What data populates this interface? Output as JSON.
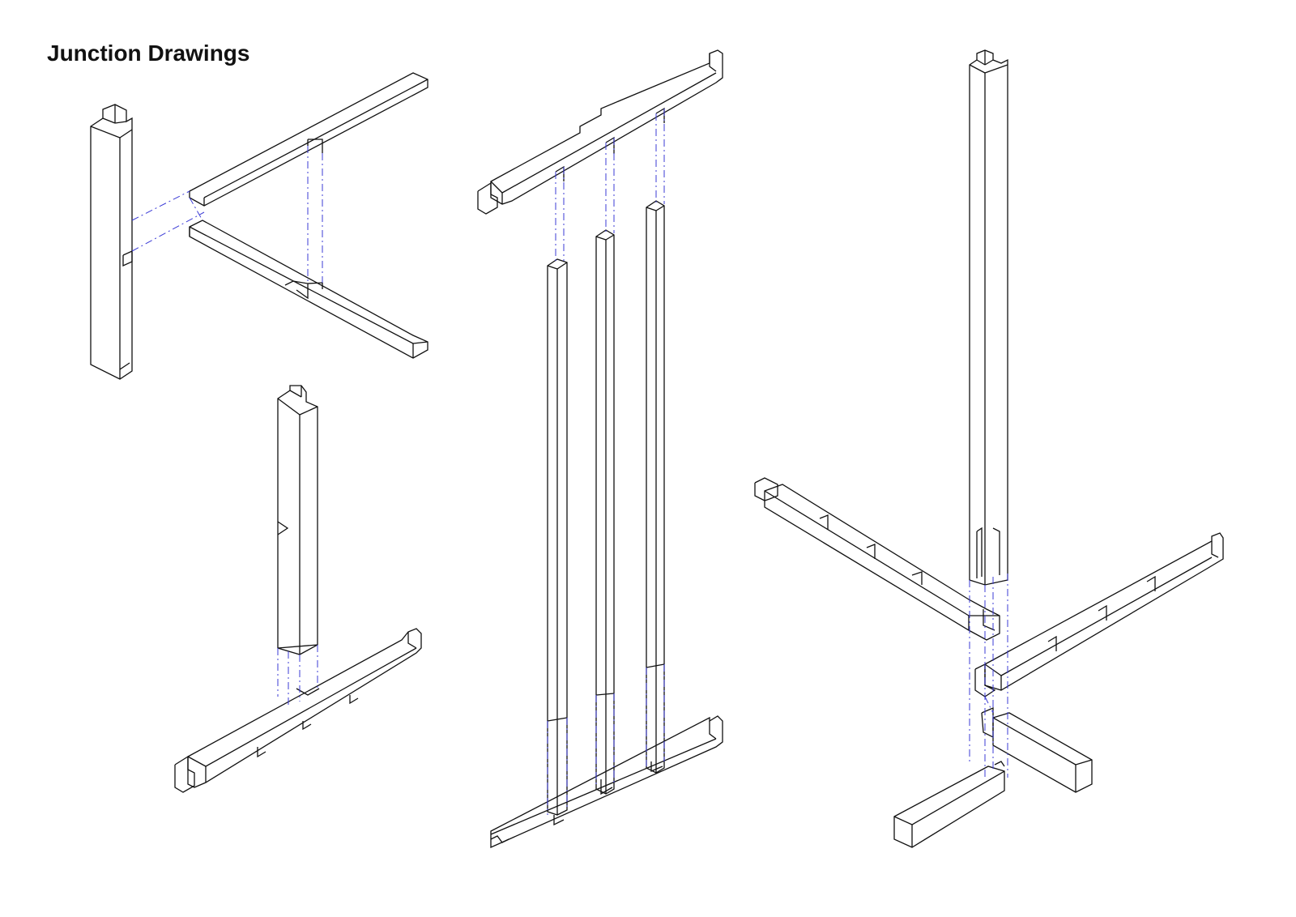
{
  "page": {
    "title": "Junction Drawings"
  },
  "colors": {
    "outline": "#111111",
    "hidden_line": "#3b3bd6",
    "background": "#ffffff"
  },
  "drawings": [
    {
      "id": "corner-junction"
    },
    {
      "id": "tee-junction"
    },
    {
      "id": "three-post-frame"
    },
    {
      "id": "cross-junction"
    }
  ]
}
